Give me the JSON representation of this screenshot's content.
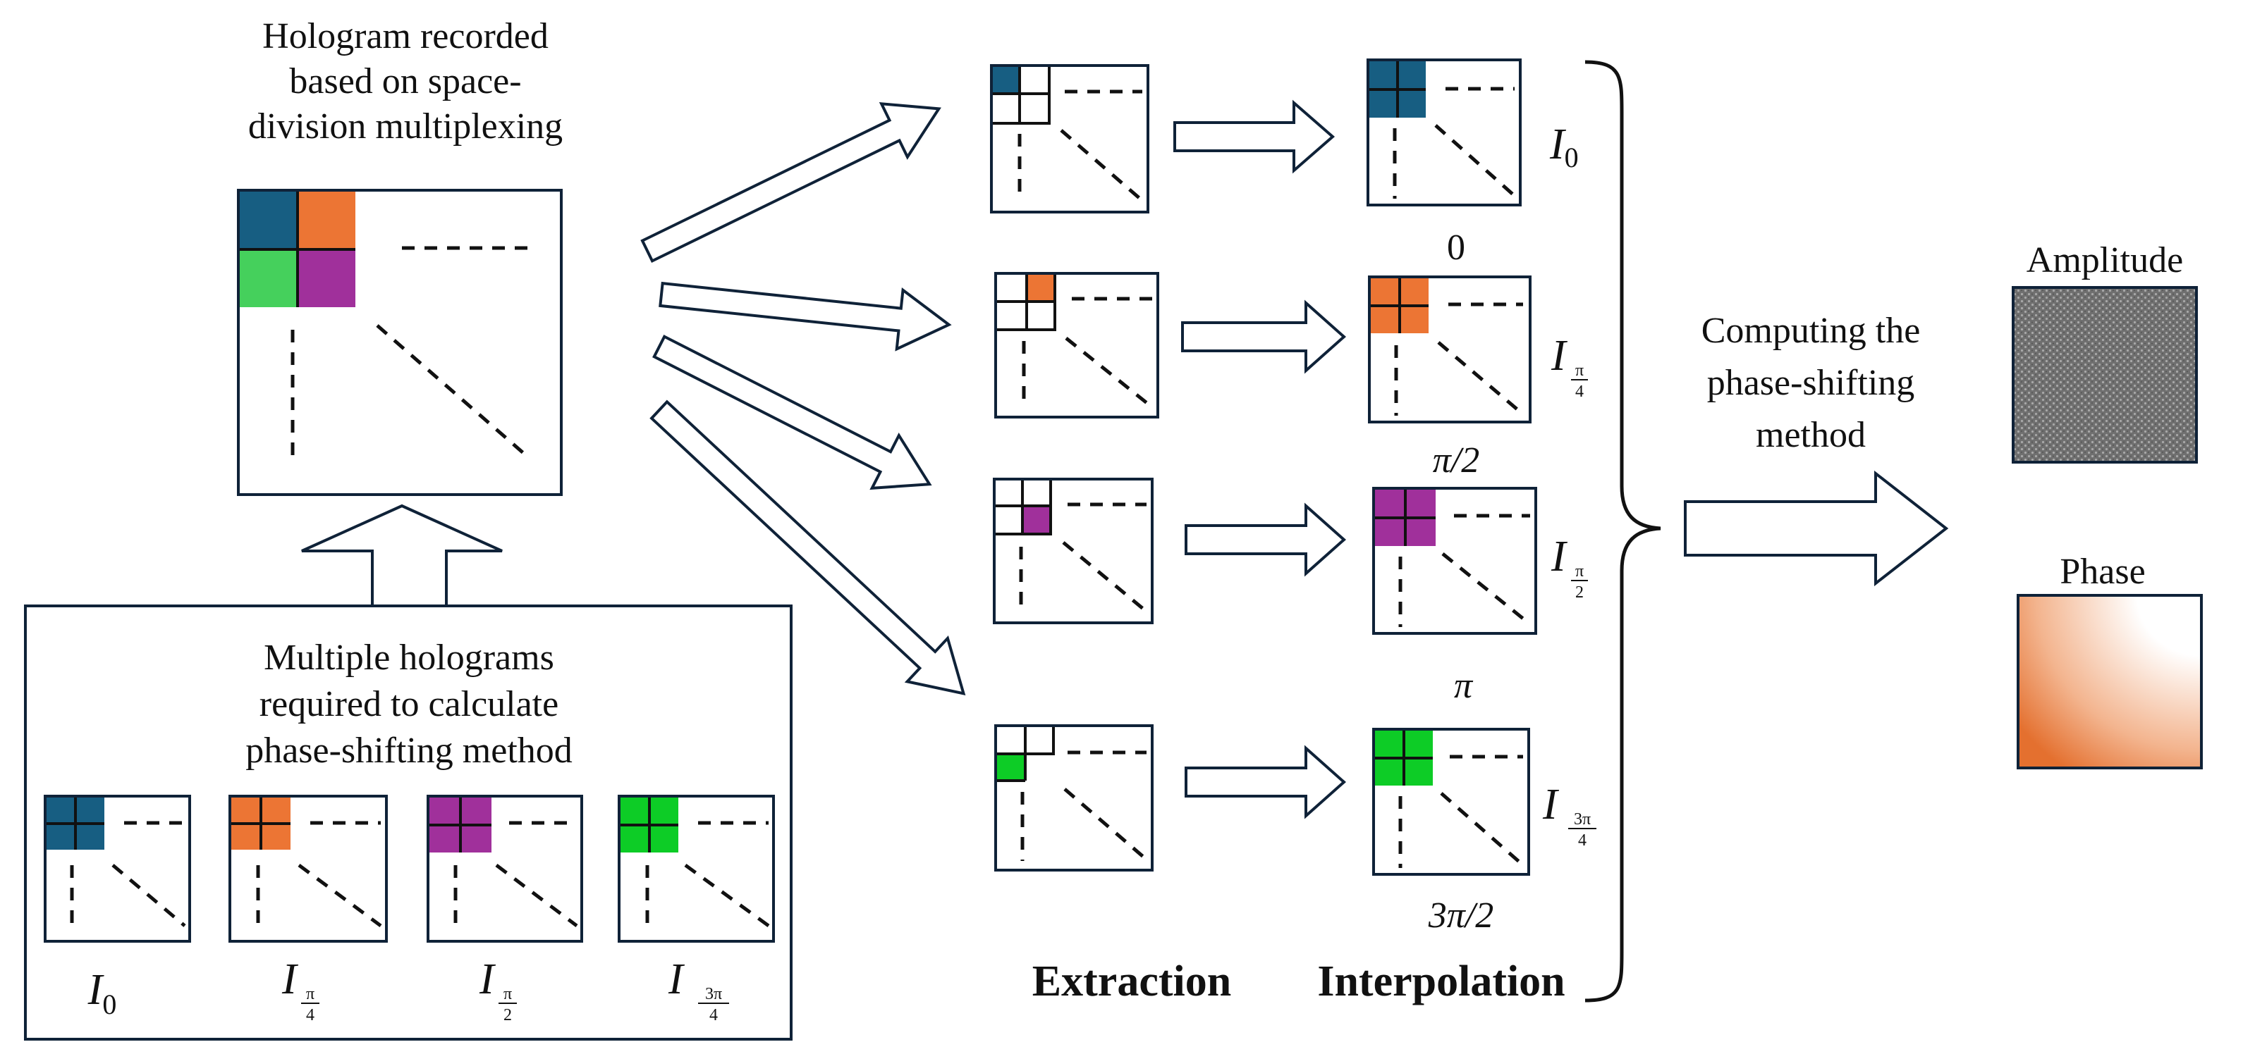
{
  "main_hologram": {
    "caption_lines": [
      "Hologram recorded",
      "based on space-",
      "division multiplexing"
    ]
  },
  "multiple_panel": {
    "caption_lines": [
      "Multiple holograms",
      "required to calculate",
      "phase-shifting method"
    ],
    "labels": [
      {
        "base": "I",
        "sub": "0"
      },
      {
        "base": "I",
        "sub_num": "π",
        "sub_den": "4"
      },
      {
        "base": "I",
        "sub_num": "π",
        "sub_den": "2"
      },
      {
        "base": "I",
        "sub_num": "3π",
        "sub_den": "4"
      }
    ]
  },
  "columns": {
    "extraction_label": "Extraction",
    "interpolation_label": "Interpolation"
  },
  "interpolated_labels": [
    {
      "base": "I",
      "sub": "0"
    },
    {
      "base": "I",
      "sub_num": "π",
      "sub_den": "4"
    },
    {
      "base": "I",
      "sub_num": "π",
      "sub_den": "2"
    },
    {
      "base": "I",
      "sub_num": "3π",
      "sub_den": "4"
    }
  ],
  "phase_shifts": [
    "0",
    "π/2",
    "π",
    "3π/2"
  ],
  "computing_caption_lines": [
    "Computing the",
    "phase-shifting",
    "method"
  ],
  "outputs": {
    "amplitude_label": "Amplitude",
    "phase_label": "Phase"
  },
  "colors": {
    "blue": "#175e82",
    "orange": "#ec7534",
    "green_main": "#45d05c",
    "purple": "#a0309b",
    "green_sub": "#0dcc26",
    "frame": "#0f2238",
    "amplitude_gray": "#7a7a7a",
    "phase_orange": "#e8773a"
  }
}
